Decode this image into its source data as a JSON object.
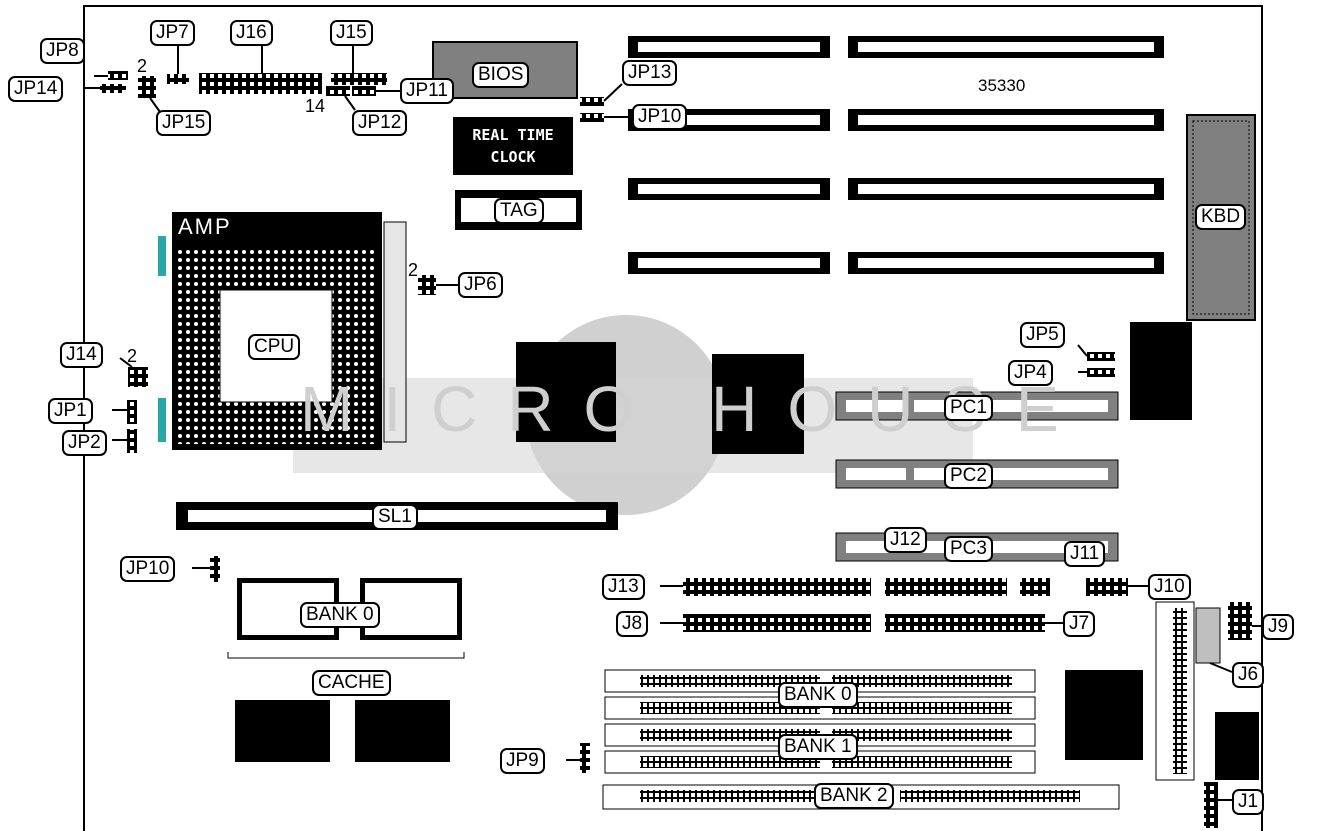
{
  "board": {
    "model_number": "35330",
    "rtc_label_line1": "REAL TIME",
    "rtc_label_line2": "CLOCK",
    "socket_brand": "AMP",
    "watermark": "MICRO HOUSE"
  },
  "labels": {
    "jp8": "JP8",
    "jp14_top": "JP14",
    "jp7": "JP7",
    "jp15": "JP15",
    "j16": "J16",
    "j15": "J15",
    "jp11": "JP11",
    "jp12": "JP12",
    "bios": "BIOS",
    "jp13": "JP13",
    "jp10_top": "JP10",
    "tag": "TAG",
    "kbd": "KBD",
    "jp6": "JP6",
    "cpu": "CPU",
    "j14": "J14",
    "jp1": "JP1",
    "jp2": "JP2",
    "jp5": "JP5",
    "jp4": "JP4",
    "pc1": "PC1",
    "pc2": "PC2",
    "pc3": "PC3",
    "sl1": "SL1",
    "jp10_bottom": "JP10",
    "bank0_cache": "BANK 0",
    "cache": "CACHE",
    "j12": "J12",
    "j11": "J11",
    "j13": "J13",
    "j10": "J10",
    "j8": "J8",
    "j7": "J7",
    "j9": "J9",
    "j6": "J6",
    "bank0_mem": "BANK 0",
    "bank1_mem": "BANK 1",
    "bank2_mem": "BANK 2",
    "jp9": "JP9",
    "j1": "J1"
  },
  "pin_markers": {
    "jp15_pin": "2",
    "j15_pin": "14",
    "jp6_pin": "2",
    "j14_pin": "2"
  }
}
